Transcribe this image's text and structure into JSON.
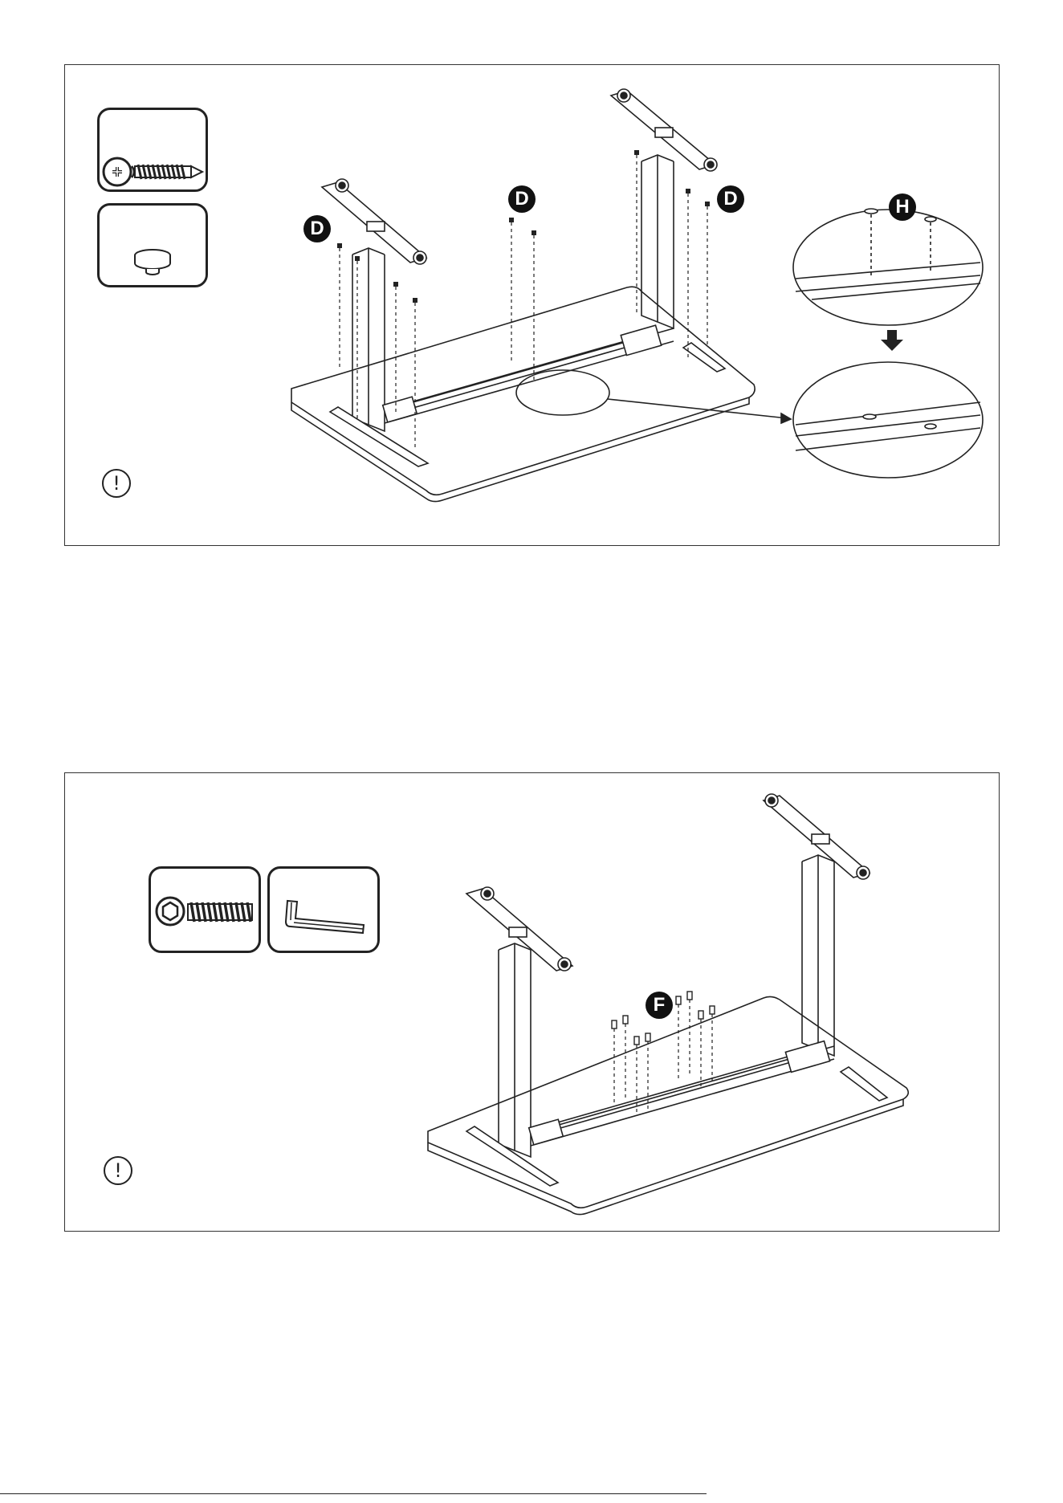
{
  "step1": {
    "parts": [
      {
        "icon": "screw-d-icon"
      },
      {
        "icon": "spacer-h-icon"
      }
    ],
    "labels": {
      "d_left": "D",
      "d_center": "D",
      "d_right": "D",
      "h_detail": "H"
    },
    "warning_icon": "exclamation-icon",
    "warning_glyph": "!"
  },
  "step2": {
    "parts": [
      {
        "icon": "bolt-f-icon"
      },
      {
        "icon": "allen-key-icon"
      }
    ],
    "labels": {
      "f_center": "F"
    },
    "warning_icon": "exclamation-icon",
    "warning_glyph": "!"
  },
  "colors": {
    "line": "#222222",
    "badge": "#111111"
  }
}
